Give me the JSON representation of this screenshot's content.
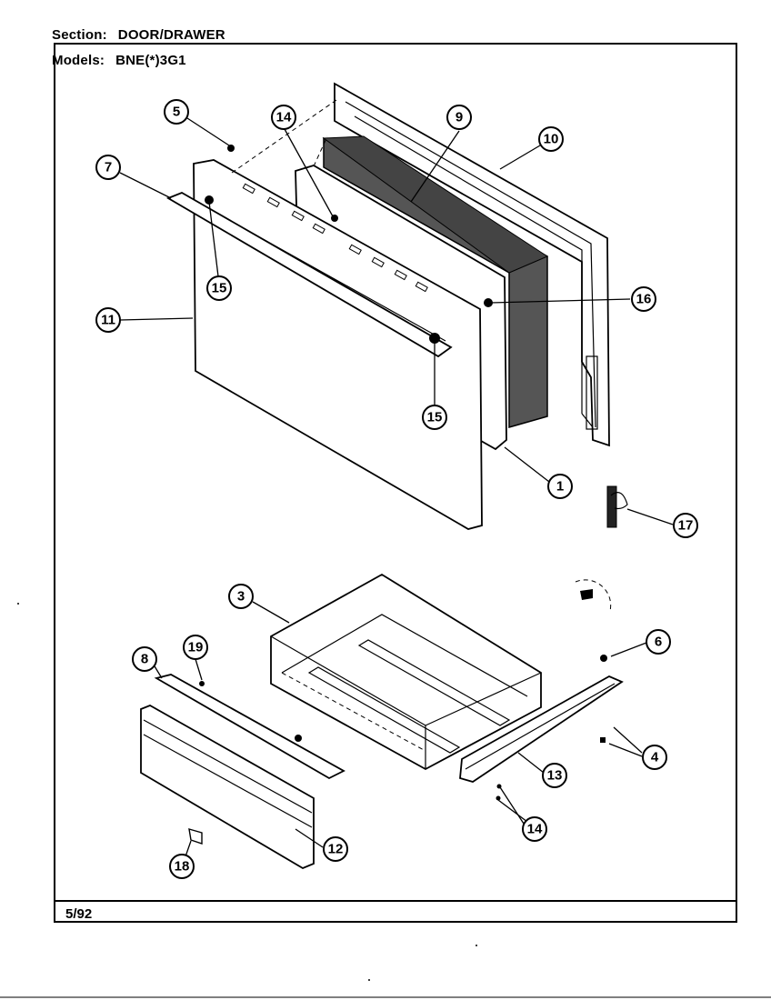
{
  "header": {
    "section_label": "Section:",
    "section_value": "DOOR/DRAWER",
    "models_label": "Models:",
    "models_value": "BNE(*)3G1"
  },
  "footer": {
    "date": "5/92"
  },
  "callouts": {
    "c1": "1",
    "c3": "3",
    "c4": "4",
    "c5": "5",
    "c6": "6",
    "c7": "7",
    "c8": "8",
    "c9": "9",
    "c10": "10",
    "c11": "11",
    "c12": "12",
    "c13": "13",
    "c14a": "14",
    "c14b": "14",
    "c15a": "15",
    "c15b": "15",
    "c16": "16",
    "c17": "17",
    "c18": "18",
    "c19": "19"
  }
}
